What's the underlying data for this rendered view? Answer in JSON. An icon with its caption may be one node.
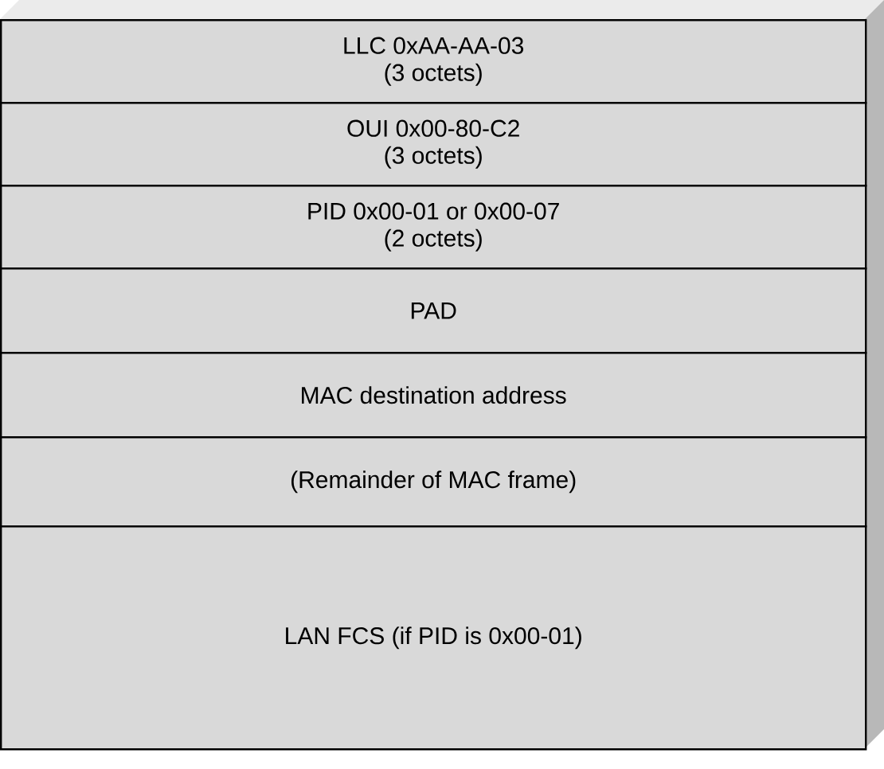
{
  "diagram": {
    "nodes": [
      {
        "text": [
          "LLC   0xAA-AA-03",
          "(3 octets)"
        ]
      },
      {
        "text": [
          "OUI   0x00-80-C2",
          "(3 octets)"
        ]
      },
      {
        "text": [
          "PID   0x00-01 or 0x00-07",
          "(2 octets)"
        ]
      },
      {
        "text": [
          "PAD"
        ]
      },
      {
        "text": [
          "MAC destination address"
        ]
      },
      {
        "text": [
          "(Remainder of MAC frame)"
        ]
      },
      {
        "text": [
          "LAN FCS (if PID is 0x00-01)"
        ]
      }
    ]
  }
}
